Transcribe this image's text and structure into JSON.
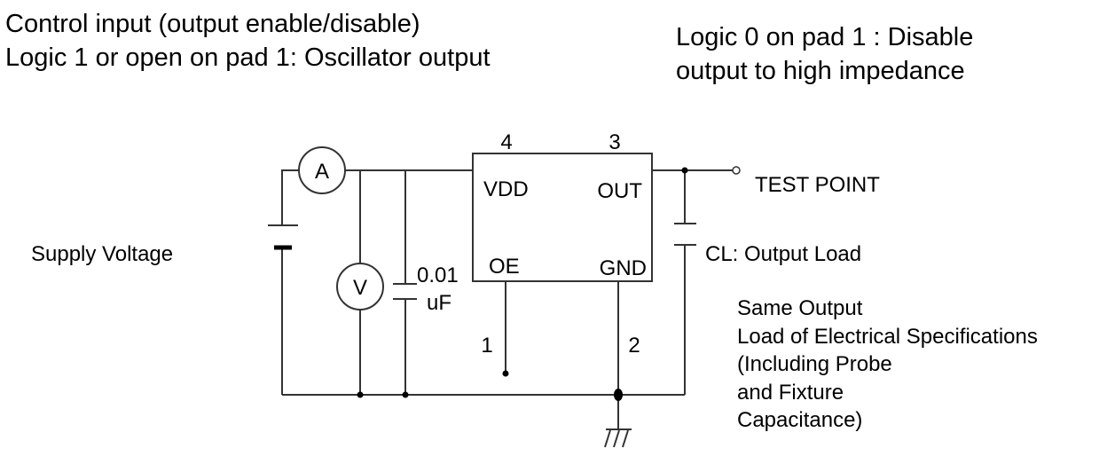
{
  "notes": {
    "left_line1": "Control input (output enable/disable)",
    "left_line2": "Logic 1 or open on pad 1: Oscillator output",
    "right_line1": "Logic 0 on pad 1 : Disable",
    "right_line2": "output to high impedance"
  },
  "circuit": {
    "supply_label": "Supply Voltage",
    "ammeter": "A",
    "voltmeter": "V",
    "bypass_cap_value": "0.01",
    "bypass_cap_unit": "uF",
    "chip": {
      "pin4": "4",
      "pin3": "3",
      "pin1": "1",
      "pin2": "2",
      "vdd": "VDD",
      "out": "OUT",
      "oe": "OE",
      "gnd": "GND"
    },
    "test_point": "TEST POINT",
    "load_label": "CL: Output Load",
    "load_note": [
      "Same Output",
      "Load of Electrical Specifications",
      "(Including Probe",
      "and Fixture",
      "Capacitance)"
    ]
  }
}
